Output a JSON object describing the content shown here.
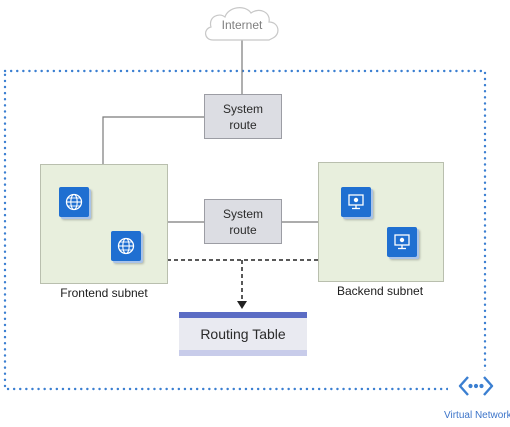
{
  "internet": {
    "label": "Internet"
  },
  "system_route_top": {
    "line1": "System",
    "line2": "route"
  },
  "system_route_mid": {
    "line1": "System",
    "line2": "route"
  },
  "frontend_subnet": {
    "label": "Frontend subnet",
    "icon": "globe-icon"
  },
  "backend_subnet": {
    "label": "Backend subnet",
    "icon": "monitor-icon"
  },
  "routing_table": {
    "label": "Routing Table"
  },
  "virtual_network": {
    "label": "Virtual Network",
    "icon": "chevrons-dots-icon"
  },
  "colors": {
    "vnet_border": "#3b7fd1",
    "subnet_fill": "#e8efdd",
    "route_fill": "#dcdde3",
    "icon_tile": "#1f6fd1",
    "routing_table_accent": "#5b6cc4"
  }
}
